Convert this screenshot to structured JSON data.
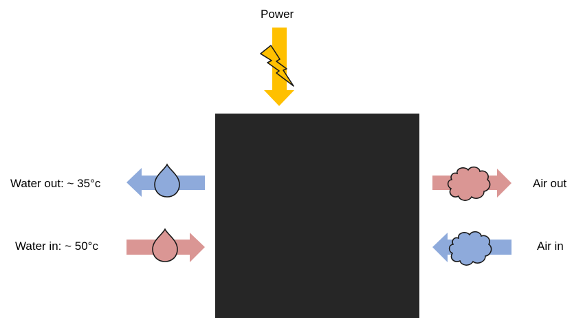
{
  "labels": {
    "power": "Power",
    "water_out": "Water out: ~ 35°c",
    "water_in": "Water in: ~ 50°c",
    "air_out": "Air out",
    "air_in": "Air in"
  },
  "colors": {
    "unit_body": "#262626",
    "power_arrow": "#FFC000",
    "cold": "#8EAADB",
    "hot": "#DA9694",
    "outline": "#1a1a1a"
  },
  "icons": {
    "power": "lightning-bolt-icon",
    "water": "water-drop-icon",
    "air": "cloud-icon"
  }
}
